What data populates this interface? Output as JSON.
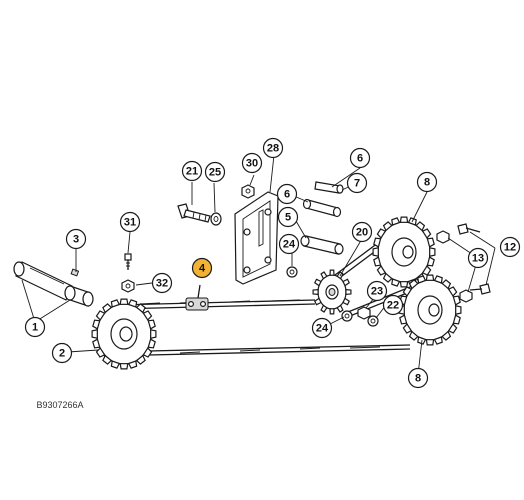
{
  "diagram": {
    "drawing_code": "B9307266A",
    "highlight_color": "#f2b233",
    "callouts": [
      {
        "id": "c1",
        "label": "1"
      },
      {
        "id": "c2",
        "label": "2"
      },
      {
        "id": "c3",
        "label": "3"
      },
      {
        "id": "c4",
        "label": "4",
        "highlighted": true
      },
      {
        "id": "c5",
        "label": "5"
      },
      {
        "id": "c6a",
        "label": "6"
      },
      {
        "id": "c6b",
        "label": "6"
      },
      {
        "id": "c7",
        "label": "7"
      },
      {
        "id": "c8a",
        "label": "8"
      },
      {
        "id": "c8b",
        "label": "8"
      },
      {
        "id": "c12",
        "label": "12"
      },
      {
        "id": "c13",
        "label": "13"
      },
      {
        "id": "c20",
        "label": "20"
      },
      {
        "id": "c21",
        "label": "21"
      },
      {
        "id": "c22",
        "label": "22"
      },
      {
        "id": "c23",
        "label": "23"
      },
      {
        "id": "c24a",
        "label": "24"
      },
      {
        "id": "c24b",
        "label": "24"
      },
      {
        "id": "c25",
        "label": "25"
      },
      {
        "id": "c28",
        "label": "28"
      },
      {
        "id": "c30",
        "label": "30"
      },
      {
        "id": "c31",
        "label": "31"
      },
      {
        "id": "c32",
        "label": "32"
      }
    ]
  }
}
